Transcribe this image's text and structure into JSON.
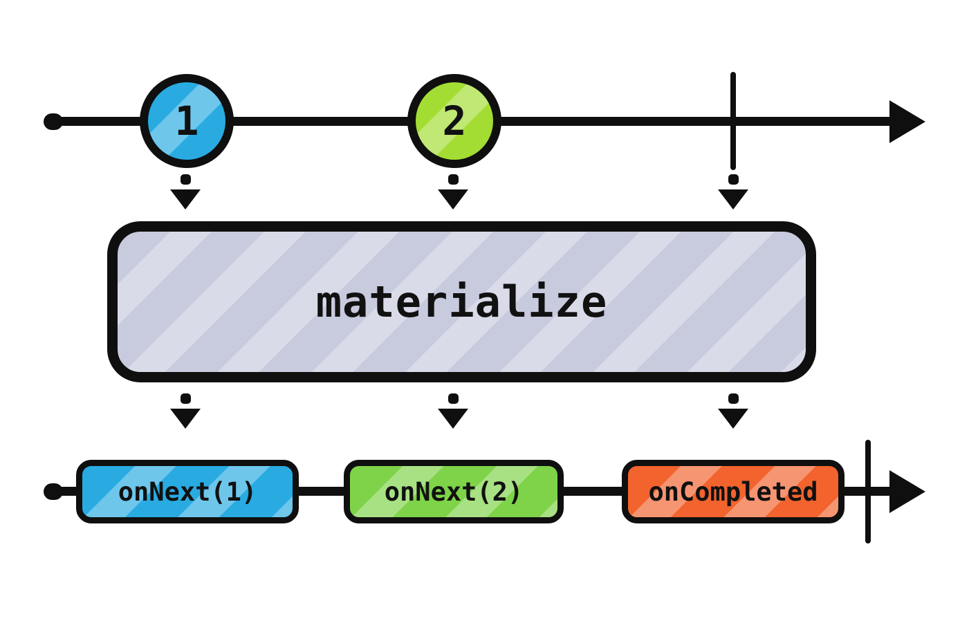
{
  "diagram": {
    "operator": {
      "label": "materialize",
      "fill": "#c8cade"
    },
    "input_timeline": {
      "marbles": [
        {
          "label": "1",
          "color": "#29abe2"
        },
        {
          "label": "2",
          "color": "#a3dd34"
        }
      ]
    },
    "output_timeline": {
      "events": [
        {
          "label": "onNext(1)",
          "color": "#29abe2"
        },
        {
          "label": "onNext(2)",
          "color": "#7ed348"
        },
        {
          "label": "onCompleted",
          "color": "#f2632e"
        }
      ]
    },
    "stroke_color": "#0f0f0f"
  }
}
